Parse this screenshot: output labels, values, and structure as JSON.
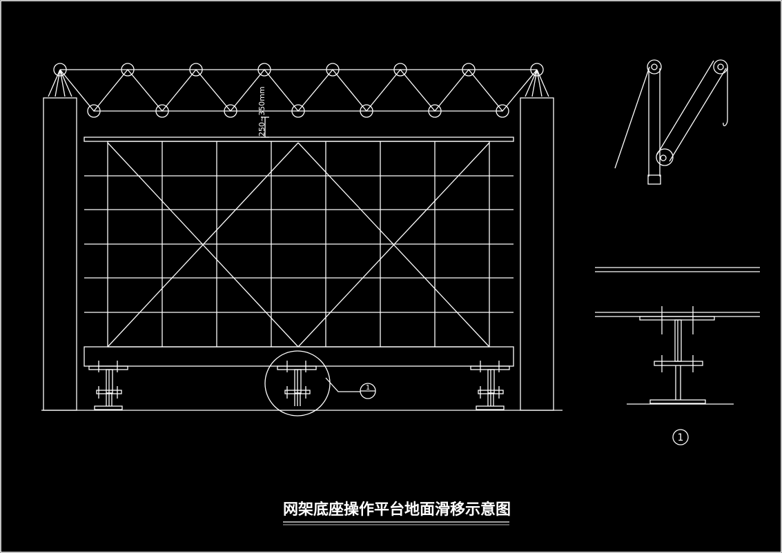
{
  "drawing": {
    "title": "网架底座操作平台地面滑移示意图",
    "dimension_label": "250~350mm",
    "detail_callout": "1",
    "detail_label": "1"
  },
  "colors": {
    "background": "#000000",
    "line": "#ffffff"
  }
}
